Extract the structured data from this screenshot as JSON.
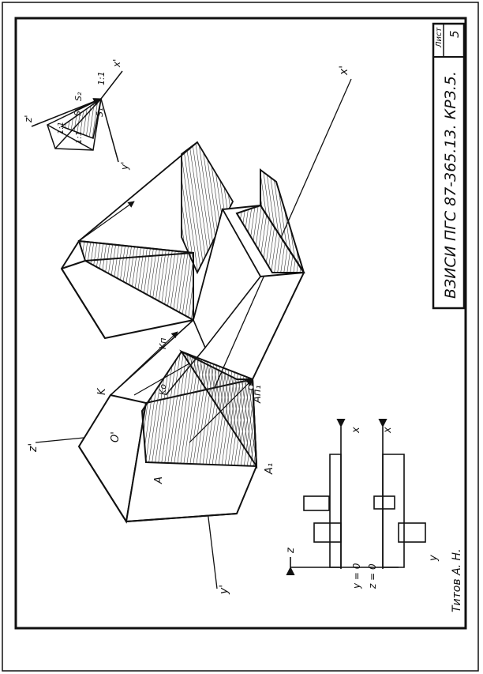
{
  "title_block": {
    "doc_code": "ВЗИСИ ПГС 87-365.13. КРЗ.5.",
    "sheet_label": "Лист",
    "sheet_number": "5",
    "author": "Титов А. Н."
  },
  "axes": {
    "x": "x'",
    "y": "y'",
    "z": "z'",
    "origin": "O'"
  },
  "points": {
    "A": "A",
    "A1": "A₁",
    "An1": "Aп₁",
    "K": "K",
    "Kn": "Kп",
    "Ko": "Kо"
  },
  "direction_diagram": {
    "x": "x'",
    "y": "y'",
    "z": "z'",
    "s": "S",
    "s1": "S₁",
    "s2": "S₂",
    "ratio_top": "1:1",
    "ratio_bottom": "1:1",
    "ratio_left": "1:1"
  },
  "orthographic_view": {
    "z_axis": "z",
    "x_axis_top": "x",
    "x_axis_bottom": "x",
    "y_axis": "y",
    "y_equals": "y = 0",
    "z_equals": "z = 0"
  }
}
